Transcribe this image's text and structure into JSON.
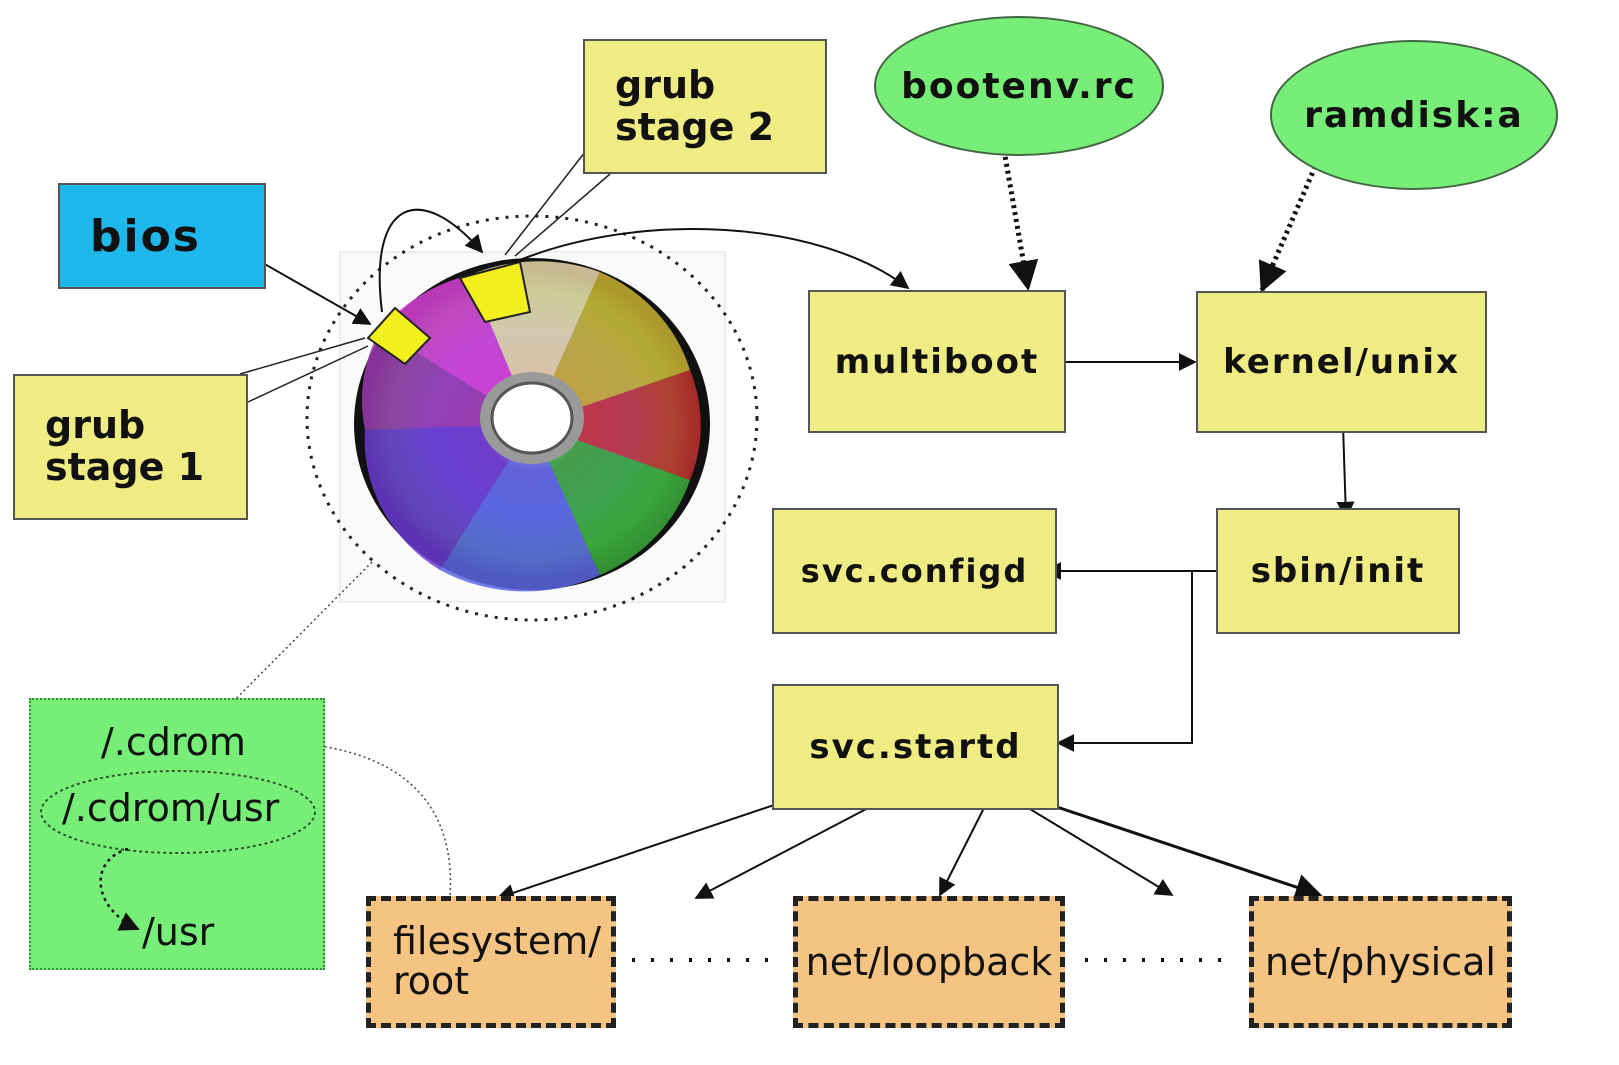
{
  "nodes": {
    "bios": "bios",
    "grub_stage1": [
      "grub",
      "stage 1"
    ],
    "grub_stage2": [
      "grub",
      "stage 2"
    ],
    "bootenv": "bootenv.rc",
    "ramdisk": "ramdisk:a",
    "multiboot": "multiboot",
    "kernel": "kernel/unix",
    "sbin_init": "sbin/init",
    "svc_configd": "svc.configd",
    "svc_startd": "svc.startd"
  },
  "mounts": {
    "cdrom": "/.cdrom",
    "cdrom_usr": "/.cdrom/usr",
    "usr": "/usr"
  },
  "services": {
    "filesystem_root": [
      "filesystem/",
      "root"
    ],
    "net_loopback": "net/loopback",
    "net_physical": "net/physical"
  },
  "colors": {
    "box_fill": "#f0ec84",
    "bios_fill": "#1eb8ec",
    "ellipse_fill": "#77ee77",
    "service_fill": "#f5c482",
    "mount_fill": "#77ee77"
  },
  "icons": {
    "disc": "cd-disc-icon"
  }
}
